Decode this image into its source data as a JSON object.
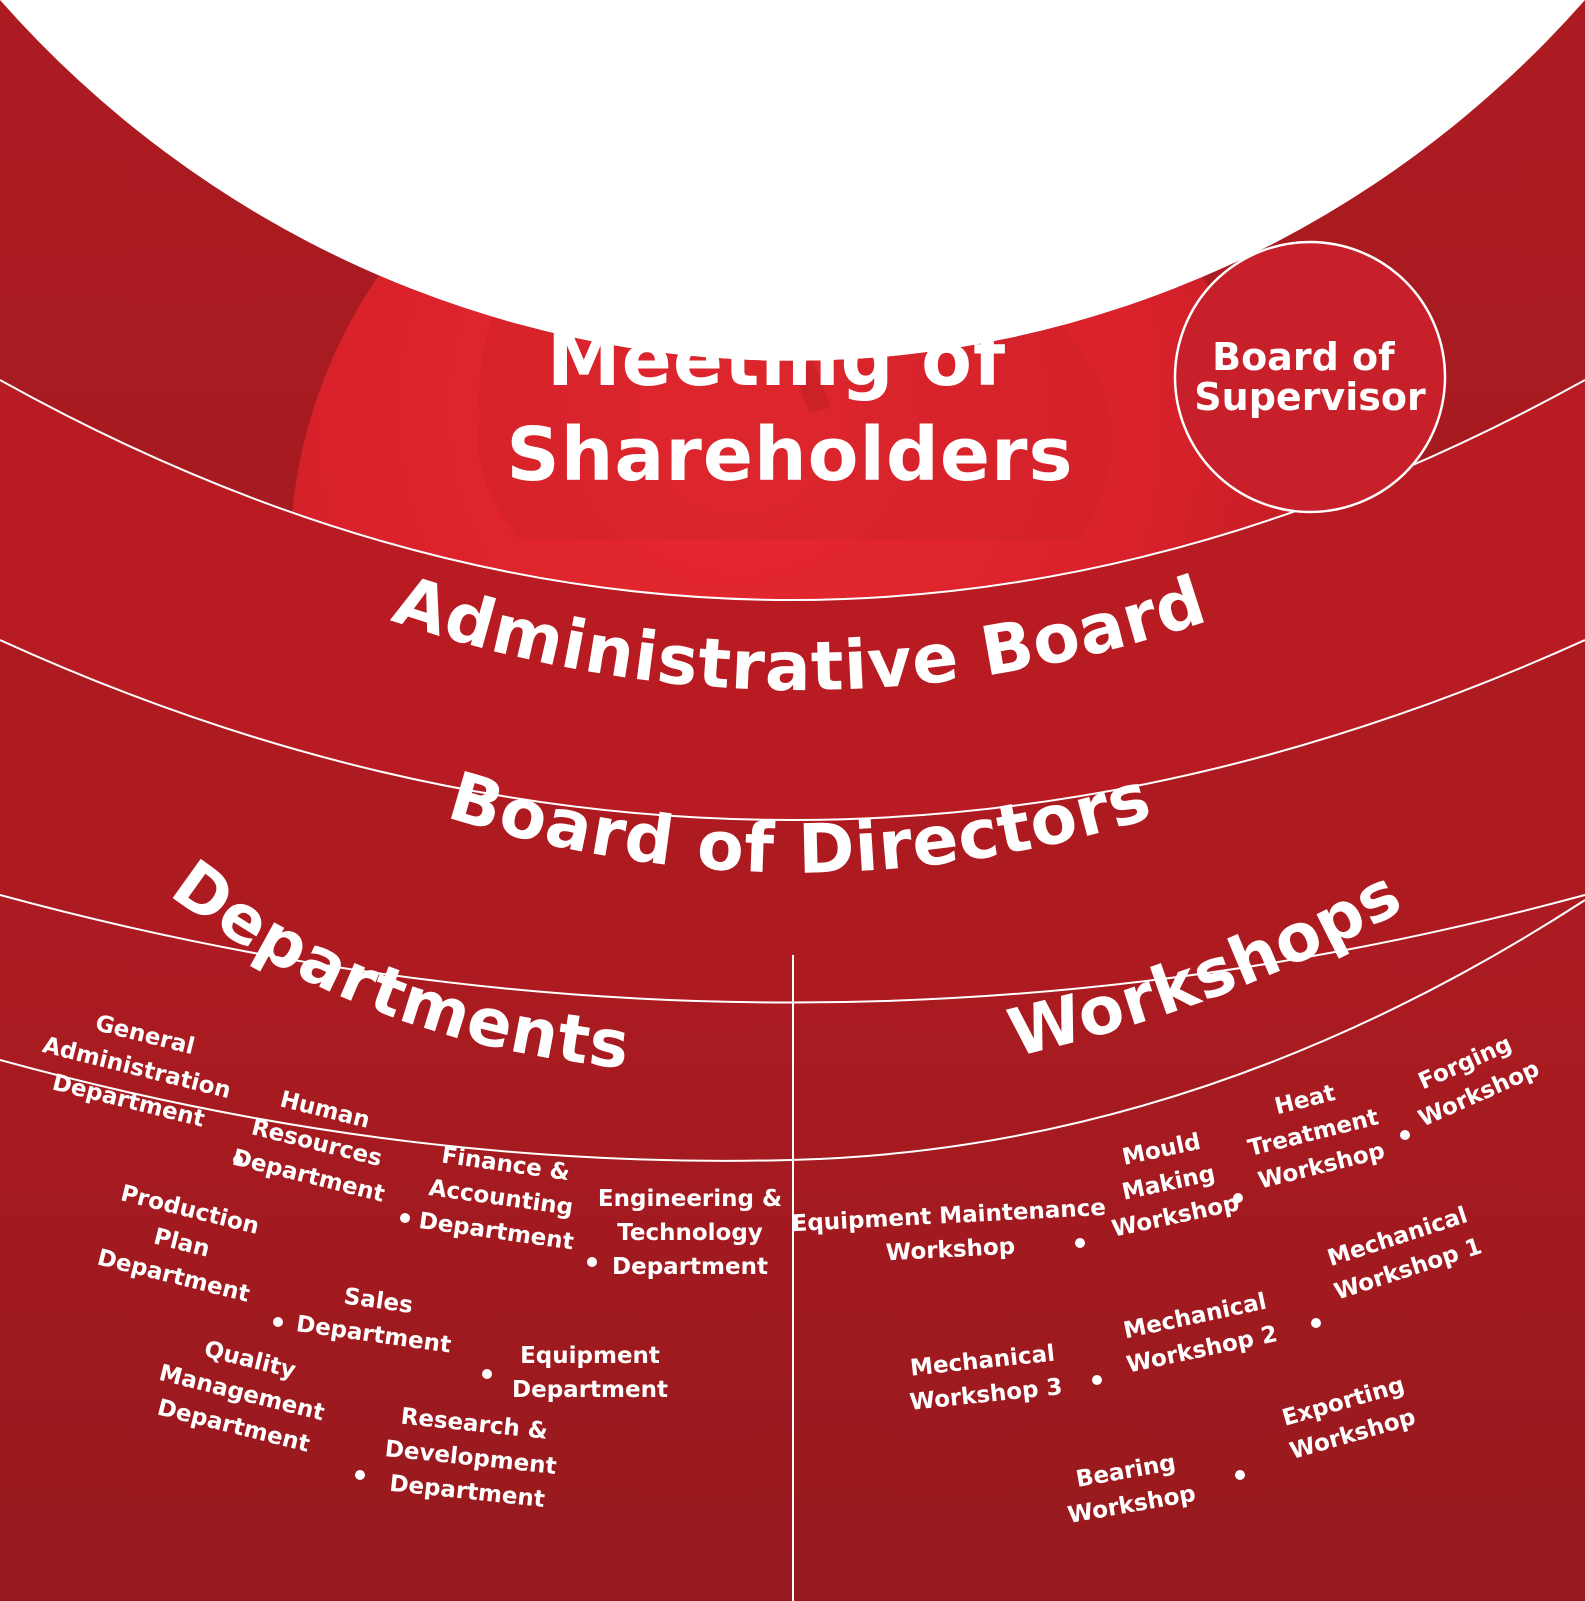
{
  "colors": {
    "primary_red": "#e3222b",
    "band_red": "#b61c22",
    "lower_red": "#9d1a1f",
    "line_white": "#ffffff"
  },
  "top": {
    "title_lines": [
      "General",
      "Meeting of",
      "Shareholders"
    ],
    "supervisor_lines": [
      "Board of",
      "Supervisor"
    ]
  },
  "bands": {
    "administrative": "Administrative Board",
    "directors": "Board of Directors"
  },
  "departments": {
    "heading": "Departments",
    "items": [
      {
        "lines": [
          "General",
          "Administration",
          "Department"
        ]
      },
      {
        "lines": [
          "Human",
          "Resources",
          "Department"
        ]
      },
      {
        "lines": [
          "Finance &",
          "Accounting",
          "Department"
        ]
      },
      {
        "lines": [
          "Engineering &",
          "Technology",
          "Department"
        ]
      },
      {
        "lines": [
          "Production",
          "Plan",
          "Department"
        ]
      },
      {
        "lines": [
          "Sales",
          "Department"
        ]
      },
      {
        "lines": [
          "Equipment",
          "Department"
        ]
      },
      {
        "lines": [
          "Quality",
          "Management",
          "Department"
        ]
      },
      {
        "lines": [
          "Research &",
          "Development",
          "Department"
        ]
      }
    ]
  },
  "workshops": {
    "heading": "Workshops",
    "items": [
      {
        "lines": [
          "Equipment Maintenance",
          "Workshop"
        ]
      },
      {
        "lines": [
          "Mould",
          "Making",
          "Workshop"
        ]
      },
      {
        "lines": [
          "Heat",
          "Treatment",
          "Workshop"
        ]
      },
      {
        "lines": [
          "Forging",
          "Workshop"
        ]
      },
      {
        "lines": [
          "Mechanical",
          "Workshop 3"
        ]
      },
      {
        "lines": [
          "Mechanical",
          "Workshop 2"
        ]
      },
      {
        "lines": [
          "Mechanical",
          "Workshop 1"
        ]
      },
      {
        "lines": [
          "Bearing",
          "Workshop"
        ]
      },
      {
        "lines": [
          "Exporting",
          "Workshop"
        ]
      }
    ]
  }
}
